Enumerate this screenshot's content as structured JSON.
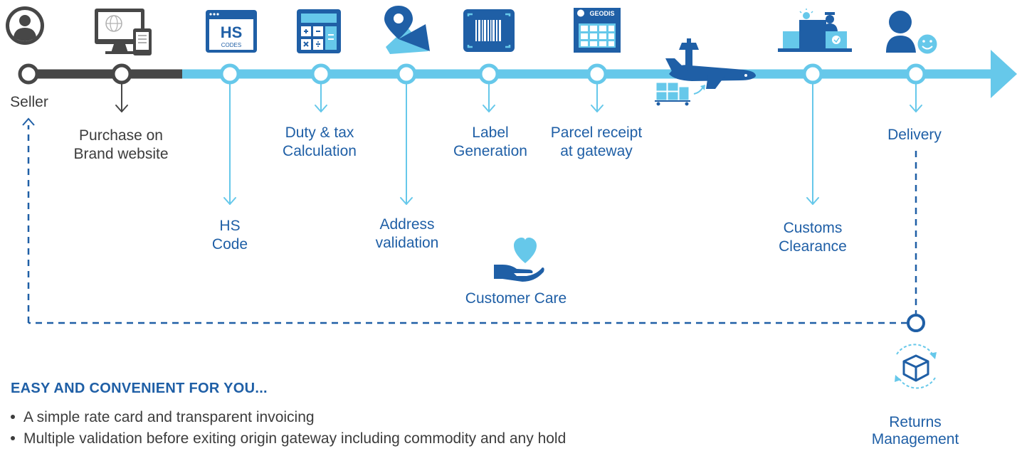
{
  "diagram": {
    "steps": {
      "seller": "Seller",
      "purchase": "Purchase on\nBrand website",
      "hs_code": "HS\nCode",
      "duty_tax": "Duty & tax\nCalculation",
      "address": "Address\nvalidation",
      "label": "Label\nGeneration",
      "parcel": "Parcel receipt\nat gateway",
      "customs": "Customs\nClearance",
      "delivery": "Delivery",
      "customer_care": "Customer Care",
      "returns": "Returns\nManagement"
    },
    "icon_text": {
      "hs_big": "HS",
      "hs_small": "CODES",
      "geodis": "GEODIS"
    },
    "colors": {
      "timeline_dark": "#474747",
      "timeline_light": "#66c8ea",
      "brand_blue": "#1f5fa6",
      "text_dark": "#3c3c3c"
    }
  },
  "benefits": {
    "headline": "EASY AND CONVENIENT FOR YOU...",
    "items": [
      "A simple rate card and transparent invoicing",
      "Multiple validation before exiting origin gateway including commodity and any hold"
    ]
  },
  "icons": [
    "seller-avatar-icon",
    "computer-phone-icon",
    "hs-codes-icon",
    "calculator-icon",
    "map-pin-icon",
    "barcode-icon",
    "geodis-building-icon",
    "airplane-tower-icon",
    "customs-desk-icon",
    "happy-customer-icon",
    "heart-hand-icon",
    "returns-box-icon"
  ]
}
